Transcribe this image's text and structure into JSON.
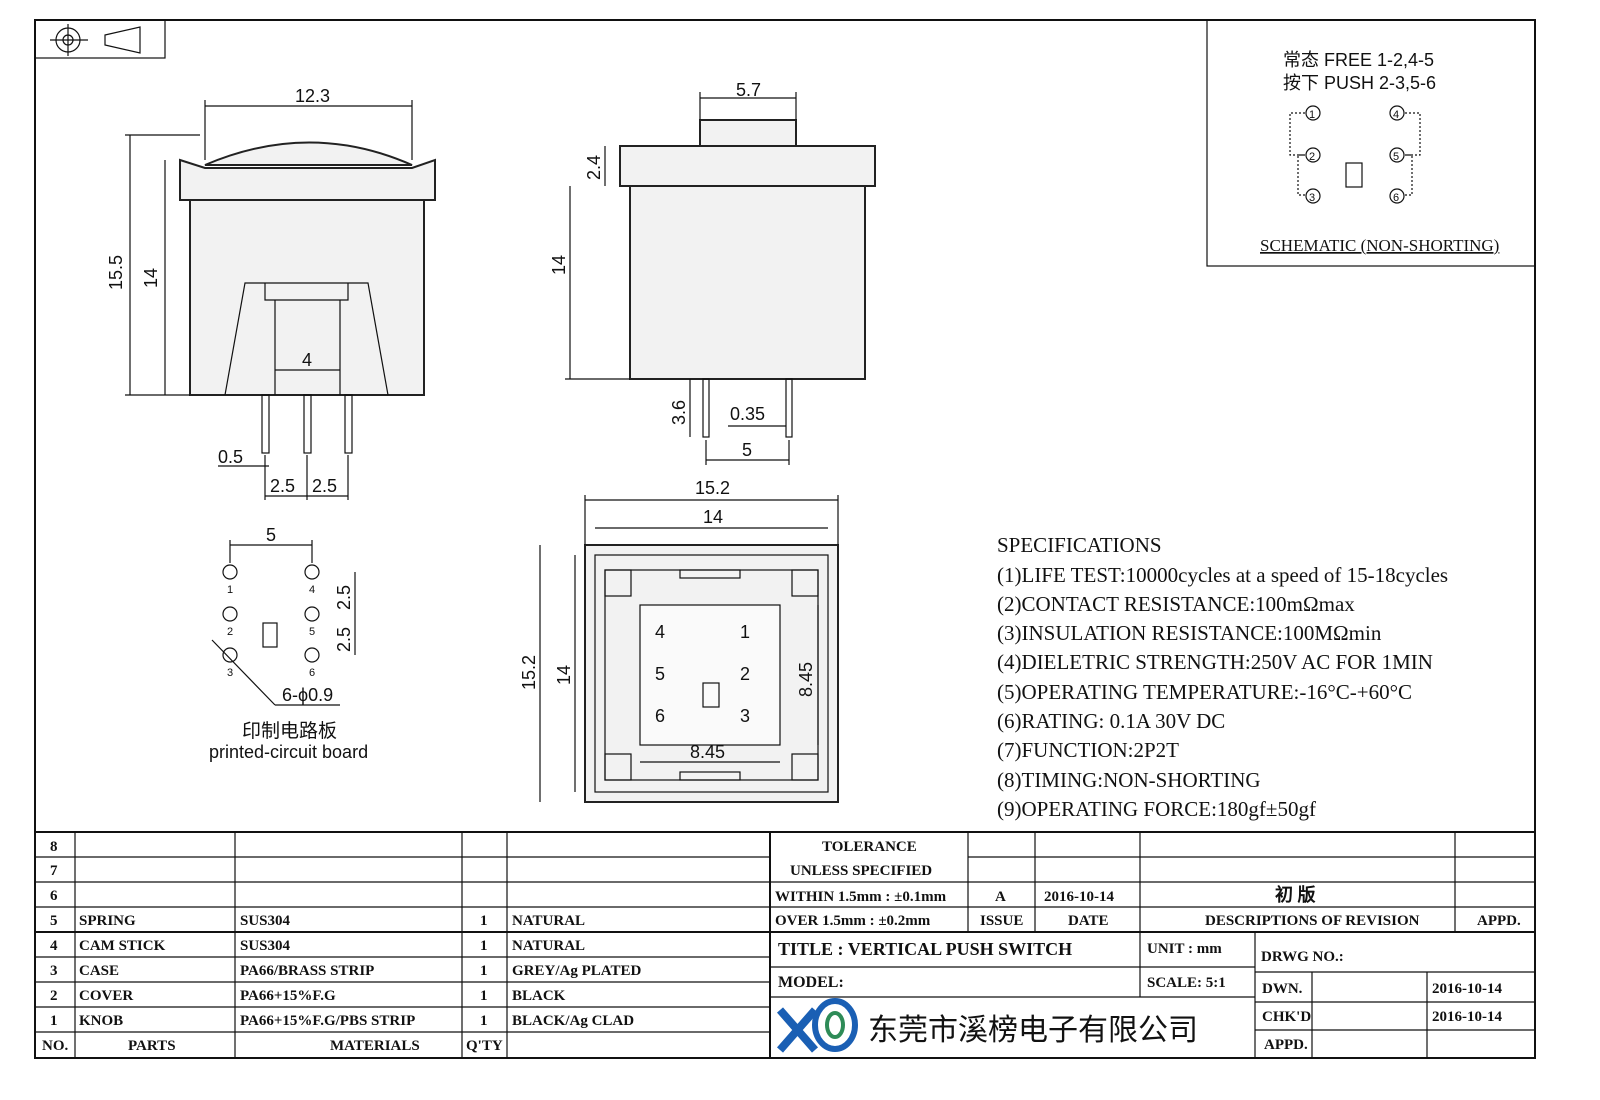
{
  "dimensions": {
    "front": {
      "width_top": "12.3",
      "height_total": "15.5",
      "height_body": "14",
      "slot": "4",
      "pin_width": "0.5",
      "pitch_a": "2.5",
      "pitch_b": "2.5"
    },
    "side": {
      "button": "5.7",
      "button_h": "2.4",
      "body_h": "14",
      "pin_len": "3.6",
      "pin_t": "0.35",
      "pin_span": "5"
    },
    "top": {
      "outer_w": "15.2",
      "inner_w": "14",
      "outer_h": "15.2",
      "inner_h": "14",
      "inner_sq_h": "8.45",
      "inner_sq_w": "8.45",
      "pins": [
        "4",
        "1",
        "5",
        "2",
        "6",
        "3"
      ]
    },
    "pcb": {
      "span": "5",
      "pitch_a": "2.5",
      "pitch_b": "2.5",
      "hole": "6-ϕ0.9",
      "pins": [
        "1",
        "2",
        "3",
        "4",
        "5",
        "6"
      ],
      "label_cn": "印制电路板",
      "label_en": "printed-circuit board"
    }
  },
  "schematic": {
    "line1": "常态 FREE 1-2,4-5",
    "line2": "按下 PUSH 2-3,5-6",
    "pins": [
      "1",
      "2",
      "3",
      "4",
      "5",
      "6"
    ],
    "caption": "SCHEMATIC (NON-SHORTING)"
  },
  "specifications": {
    "title": "SPECIFICATIONS",
    "items": [
      "(1)LIFE TEST:10000cycles at a speed of 15-18cycles",
      "(2)CONTACT RESISTANCE:100mΩmax",
      "(3)INSULATION RESISTANCE:100MΩmin",
      "(4)DIELETRIC STRENGTH:250V AC FOR 1MIN",
      "(5)OPERATING TEMPERATURE:-16°C-+60°C",
      "(6)RATING: 0.1A 30V DC",
      "(7)FUNCTION:2P2T",
      "(8)TIMING:NON-SHORTING",
      "(9)OPERATING FORCE:180gf±50gf"
    ]
  },
  "bom": {
    "rows": [
      [
        "8",
        "",
        "",
        "",
        ""
      ],
      [
        "7",
        "",
        "",
        "",
        ""
      ],
      [
        "6",
        "",
        "",
        "",
        ""
      ],
      [
        "5",
        "SPRING",
        "SUS304",
        "1",
        "NATURAL"
      ],
      [
        "4",
        "CAM STICK",
        "SUS304",
        "1",
        "NATURAL"
      ],
      [
        "3",
        "CASE",
        "PA66/BRASS STRIP",
        "1",
        "GREY/Ag PLATED"
      ],
      [
        "2",
        "COVER",
        "PA66+15%F.G",
        "1",
        "BLACK"
      ],
      [
        "1",
        "KNOB",
        "PA66+15%F.G/PBS STRIP",
        "1",
        "BLACK/Ag CLAD"
      ]
    ],
    "headers": [
      "NO.",
      "PARTS",
      "MATERIALS",
      "Q'TY"
    ]
  },
  "titleblock": {
    "tolerance1": "TOLERANCE",
    "tolerance2": "UNLESS   SPECIFIED",
    "within": "WITHIN 1.5mm : ±0.1mm",
    "over": "OVER 1.5mm : ±0.2mm",
    "issue": "A",
    "issue_date": "2016-10-14",
    "revision_desc": "初  版",
    "h_issue": "ISSUE",
    "h_date": "DATE",
    "h_desc": "DESCRIPTIONS OF REVISION",
    "h_appd": "APPD.",
    "title": "TITLE :  VERTICAL PUSH SWITCH",
    "unit": "UNIT :  mm",
    "model": "MODEL:",
    "scale": "SCALE:  5:1",
    "drwg": "DRWG NO.:",
    "dwn": "DWN.",
    "dwn_date": "2016-10-14",
    "chkd": "CHK'D",
    "chkd_date": "2016-10-14",
    "appd": "APPD.",
    "company": "东莞市溪榜电子有限公司"
  },
  "colors": {
    "logo_blue": "#1a5fb4",
    "logo_green": "#2e8b57"
  }
}
